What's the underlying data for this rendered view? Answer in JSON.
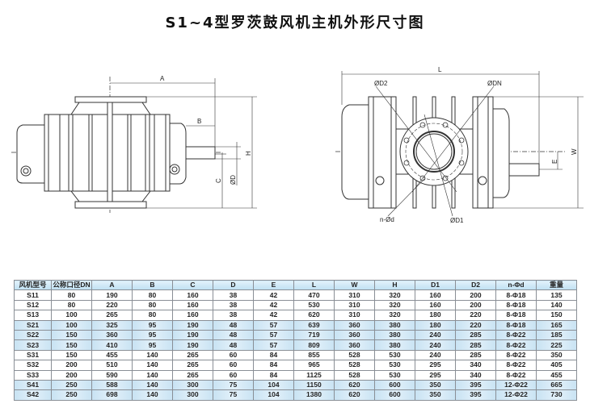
{
  "title": "S1~4型罗茨鼓风机主机外形尺寸图",
  "drawing_labels": {
    "front": {
      "A": "A",
      "B": "B",
      "C": "C",
      "H": "H",
      "D": "ØD"
    },
    "top": {
      "L": "L",
      "W": "W",
      "E": "E",
      "D2": "ØD2",
      "DN": "ØDN",
      "nd": "n-Ød",
      "D1": "ØD1"
    }
  },
  "table": {
    "headers": [
      "风机型号",
      "公称口径DN",
      "A",
      "B",
      "C",
      "D",
      "E",
      "L",
      "W",
      "H",
      "D1",
      "D2",
      "n-Φd",
      "重量"
    ],
    "rows": [
      {
        "cells": [
          "S11",
          "80",
          "190",
          "80",
          "160",
          "38",
          "42",
          "470",
          "310",
          "320",
          "160",
          "200",
          "8-Φ18",
          "135"
        ],
        "highlight": false
      },
      {
        "cells": [
          "S12",
          "80",
          "220",
          "80",
          "160",
          "38",
          "42",
          "530",
          "310",
          "320",
          "160",
          "200",
          "8-Φ18",
          "140"
        ],
        "highlight": false
      },
      {
        "cells": [
          "S13",
          "100",
          "265",
          "80",
          "160",
          "38",
          "42",
          "620",
          "310",
          "320",
          "180",
          "220",
          "8-Φ18",
          "150"
        ],
        "highlight": false
      },
      {
        "cells": [
          "S21",
          "100",
          "325",
          "95",
          "190",
          "48",
          "57",
          "639",
          "360",
          "380",
          "180",
          "220",
          "8-Φ18",
          "165"
        ],
        "highlight": true
      },
      {
        "cells": [
          "S22",
          "150",
          "360",
          "95",
          "190",
          "48",
          "57",
          "719",
          "360",
          "380",
          "240",
          "285",
          "8-Φ22",
          "185"
        ],
        "highlight": true
      },
      {
        "cells": [
          "S23",
          "150",
          "410",
          "95",
          "190",
          "48",
          "57",
          "809",
          "360",
          "380",
          "240",
          "285",
          "8-Φ22",
          "225"
        ],
        "highlight": true
      },
      {
        "cells": [
          "S31",
          "150",
          "455",
          "140",
          "265",
          "60",
          "84",
          "855",
          "528",
          "530",
          "240",
          "285",
          "8-Φ22",
          "350"
        ],
        "highlight": false
      },
      {
        "cells": [
          "S32",
          "200",
          "510",
          "140",
          "265",
          "60",
          "84",
          "965",
          "528",
          "530",
          "295",
          "340",
          "8-Φ22",
          "405"
        ],
        "highlight": false
      },
      {
        "cells": [
          "S33",
          "200",
          "590",
          "140",
          "265",
          "60",
          "84",
          "1125",
          "528",
          "530",
          "295",
          "340",
          "8-Φ22",
          "455"
        ],
        "highlight": false
      },
      {
        "cells": [
          "S41",
          "250",
          "588",
          "140",
          "300",
          "75",
          "104",
          "1150",
          "620",
          "600",
          "350",
          "395",
          "12-Φ22",
          "665"
        ],
        "highlight": true
      },
      {
        "cells": [
          "S42",
          "250",
          "698",
          "140",
          "300",
          "75",
          "104",
          "1380",
          "620",
          "600",
          "350",
          "395",
          "12-Φ22",
          "730"
        ],
        "highlight": true
      }
    ]
  }
}
